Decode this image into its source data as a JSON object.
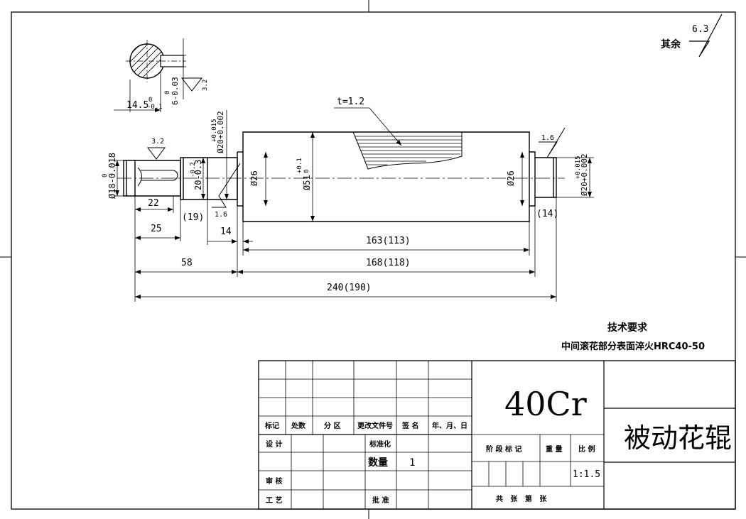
{
  "roughness_rest": {
    "label": "其余",
    "value": "6.3"
  },
  "key_section": {
    "width_dim": "14.5",
    "width_tol": "0",
    "width_tol2": "-0.1",
    "key_dim": "6-0.03",
    "key_tol": "0",
    "roughness": "3.2"
  },
  "dims": {
    "d_left_end": "Ø18-0.018",
    "d_left_end_tol": "0",
    "d_groove": "20-0.3",
    "d_groove_tol": "-0.2",
    "d_bearing_left": "Ø20+0.002",
    "d_bearing_left_tol": "+0.015",
    "d_bore_left": "Ø26",
    "d_body": "Ø51",
    "d_body_tol": "+0.1",
    "d_body_tol2": "0",
    "d_bore_right": "Ø26",
    "d_bearing_right": "Ø20+0.002",
    "d_bearing_right_tol": "+0.015",
    "len_22": "22",
    "len_25": "25",
    "len_19": "(19)",
    "len_14": "14",
    "len_14r": "(14)",
    "len_58": "58",
    "len_163": "163(113)",
    "len_168": "168(118)",
    "len_240": "240(190)",
    "rough_left": "3.2",
    "rough_shoulder": "1.6",
    "rough_right": "1.6",
    "knurl_t": "t=1.2"
  },
  "tech_req": {
    "title": "技术要求",
    "line1": "中间滚花部分表面淬火HRC40-50"
  },
  "title_block": {
    "material": "40Cr",
    "part_name": "被动花辊",
    "headers": [
      "标记",
      "处数",
      "分 区",
      "更改文件号",
      "签 名",
      "年、月、日"
    ],
    "design": "设 计",
    "standard": "标准化",
    "review": "审 核",
    "process": "工 艺",
    "approve": "批 准",
    "qty_label": "数量",
    "qty_value": "1",
    "stage_mark": "阶 段 标 记",
    "weight": "重 量",
    "scale_label": "比 例",
    "scale_value": "1:1.5",
    "total_sheets": "共   张   第   张"
  }
}
